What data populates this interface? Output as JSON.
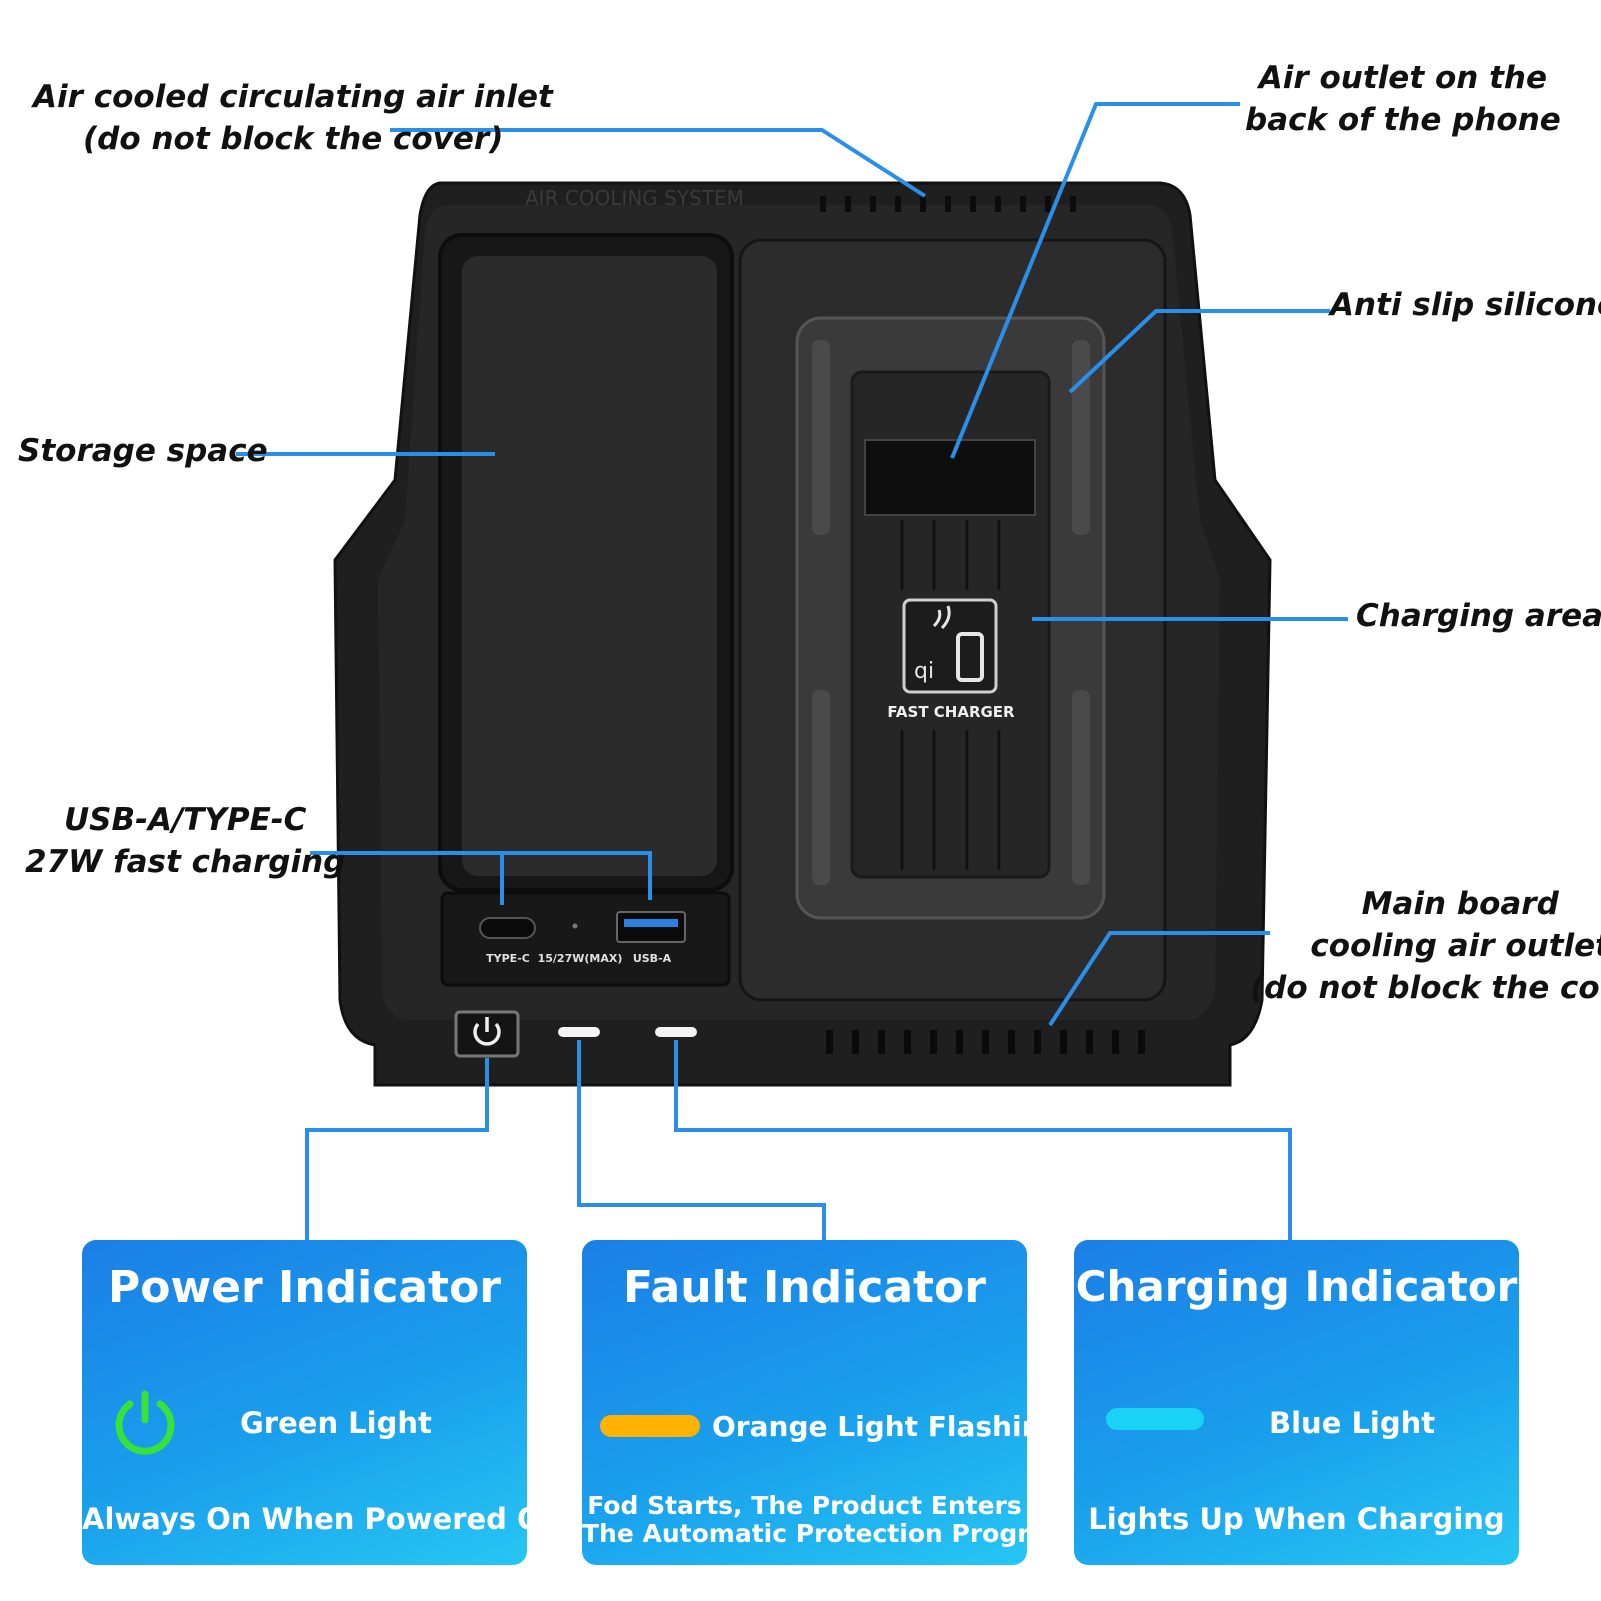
{
  "device": {
    "embossed_text": "AIR COOLING SYSTEM",
    "pad_label": "FAST CHARGER",
    "port_labels": {
      "type_c": "TYPE-C",
      "power": "15/27W(MAX)",
      "usb_a": "USB-A"
    },
    "qi_mark": "qi"
  },
  "callouts": {
    "air_inlet": {
      "line1": "Air cooled circulating air inlet",
      "line2": "(do not block the cover)"
    },
    "air_outlet_phone": {
      "line1": "Air outlet on the",
      "line2": "back of the phone"
    },
    "anti_slip": {
      "text": "Anti slip silicone"
    },
    "storage": {
      "text": "Storage space"
    },
    "charging_area": {
      "text": "Charging area"
    },
    "usb": {
      "line1": "USB-A/TYPE-C",
      "line2": "27W fast charging"
    },
    "main_board": {
      "line1": "Main board",
      "line2": "cooling air outlet",
      "line3": "(do not block the cover)"
    }
  },
  "panels": {
    "power": {
      "title": "Power Indicator",
      "light": "Green Light",
      "description": "Always On When Powered On",
      "color": "#37e23a"
    },
    "fault": {
      "title": "Fault Indicator",
      "light": "Orange Light Flashing",
      "description_line1": "Fod Starts, The Product Enters",
      "description_line2": "The Automatic Protection Program",
      "color": "#ffb300"
    },
    "charging": {
      "title": "Charging Indicator",
      "light": "Blue Light",
      "description": "Lights Up When Charging",
      "color": "#19d2f5"
    }
  },
  "colors": {
    "leader_line": "#2a8fe8",
    "device_body": "#232323",
    "panel_gradient_start": "#1b7fe6",
    "panel_gradient_end": "#27c6f3"
  }
}
